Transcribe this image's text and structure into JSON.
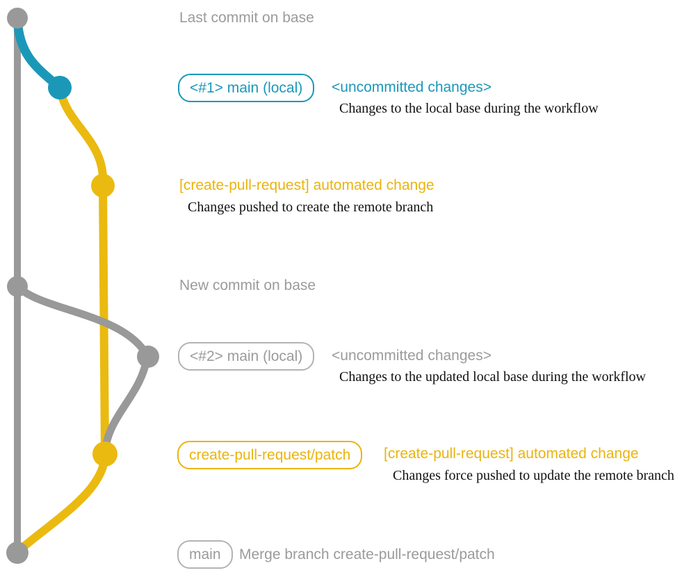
{
  "palette": {
    "gray": "#999999",
    "gray_light": "#b3b3b3",
    "gray_text": "#9b9b9b",
    "teal": "#1b98b8",
    "gold": "#eaba10",
    "black": "#111111",
    "white": "#ffffff"
  },
  "graph": {
    "branches": [
      "base",
      "main (local)",
      "create-pull-request/patch"
    ],
    "commit_count": 7
  },
  "annotations": {
    "last_commit": "Last commit on base",
    "branch1_badge": "<#1> main (local)",
    "branch1_status": "<uncommitted changes>",
    "branch1_caption": "Changes to the local base during the workflow",
    "push1_title": "[create-pull-request] automated change",
    "push1_caption": "Changes pushed to create the remote branch",
    "new_commit": "New commit on base",
    "branch2_badge": "<#2> main (local)",
    "branch2_status": "<uncommitted changes>",
    "branch2_caption": "Changes to the updated local base during the workflow",
    "patch_badge": "create-pull-request/patch",
    "push2_title": "[create-pull-request] automated change",
    "push2_caption": "Changes force pushed to update the remote branch",
    "merge_badge": "main",
    "merge_caption": "Merge branch create-pull-request/patch"
  }
}
